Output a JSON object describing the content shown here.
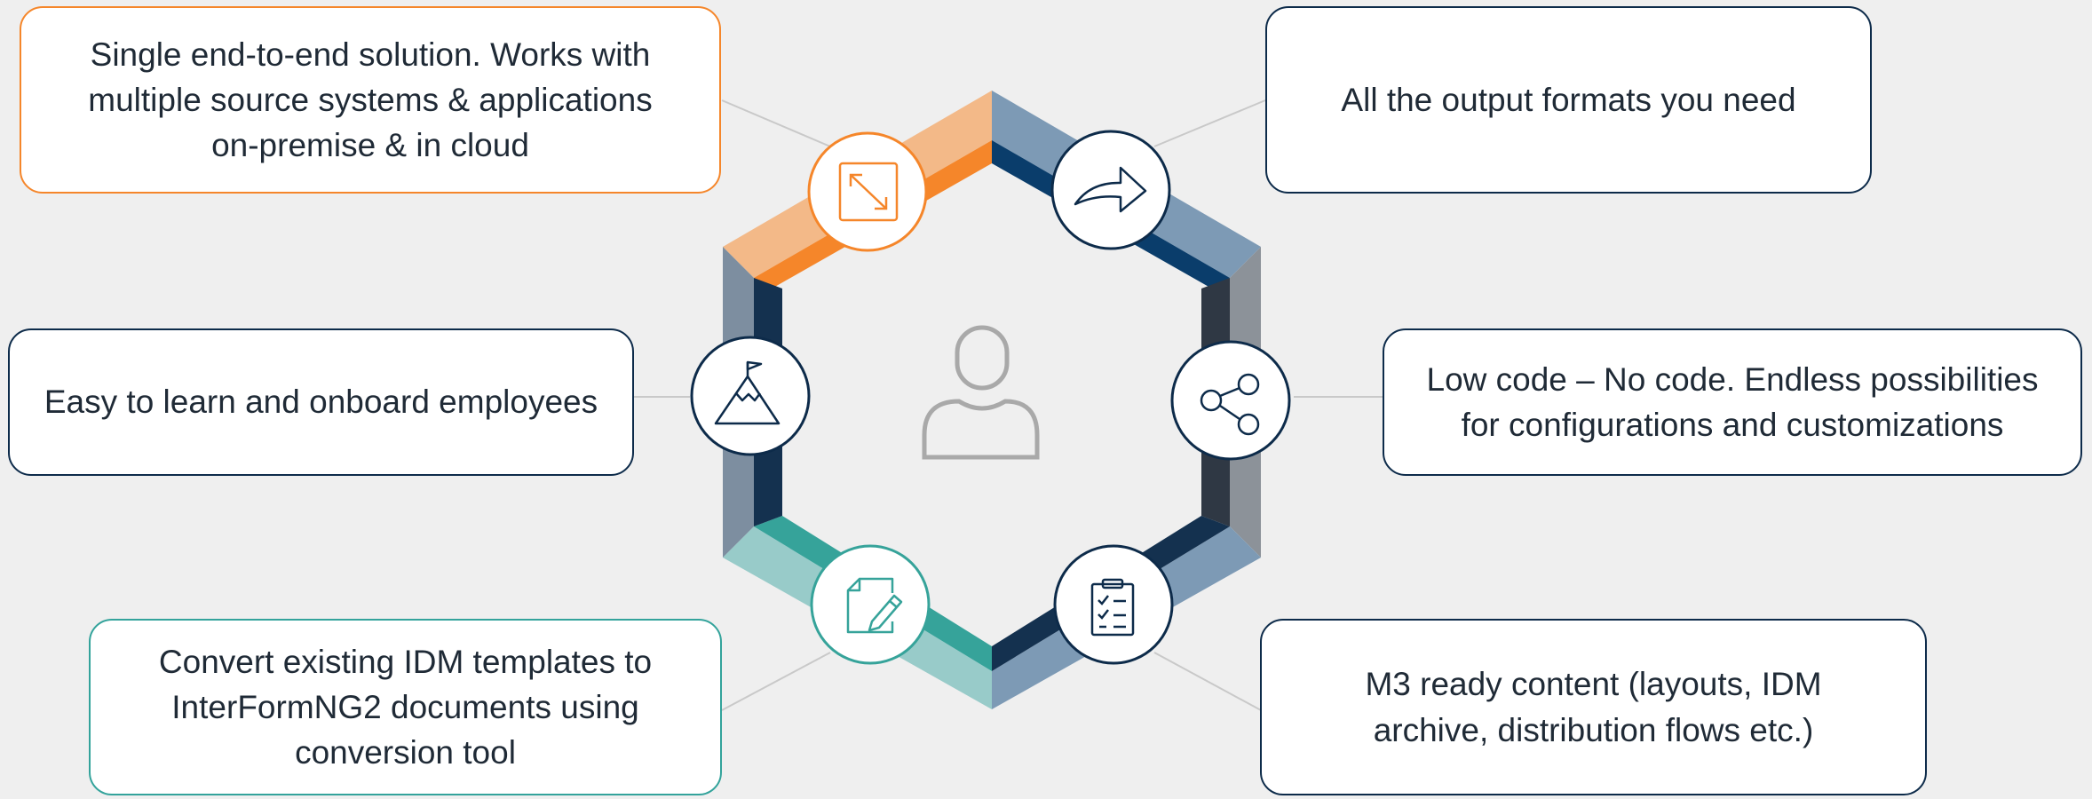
{
  "colors": {
    "background": "#efefef",
    "orange": "#f5862a",
    "orange_light": "#f3b988",
    "navy": "#0a3d6b",
    "navy_dark": "#14314f",
    "slate": "#7d9ab5",
    "gray": "#8c9299",
    "teal": "#36a39a",
    "teal_light": "#98cbc9",
    "person": "#a9a9a9"
  },
  "features": [
    {
      "id": "end-to-end",
      "text": "Single end-to-end solution. Works with\nmultiple source systems & applications\non-premise & in cloud",
      "icon": "expand-arrows-icon",
      "color": "orange"
    },
    {
      "id": "output-formats",
      "text": "All the output formats you need",
      "icon": "forward-arrow-icon",
      "color": "navy"
    },
    {
      "id": "low-code",
      "text": "Low code – No code. Endless possibilities\nfor configurations and customizations",
      "icon": "share-icon",
      "color": "navy"
    },
    {
      "id": "m3-ready",
      "text": "M3 ready content (layouts, IDM\narchive, distribution flows etc.)",
      "icon": "clipboard-checklist-icon",
      "color": "navy"
    },
    {
      "id": "conversion",
      "text": "Convert existing IDM templates to\nInterFormNG2 documents using\nconversion tool",
      "icon": "edit-document-icon",
      "color": "teal"
    },
    {
      "id": "easy-learn",
      "text": "Easy to learn and onboard employees",
      "icon": "mountain-flag-icon",
      "color": "navy"
    }
  ],
  "center_icon": "person-icon"
}
